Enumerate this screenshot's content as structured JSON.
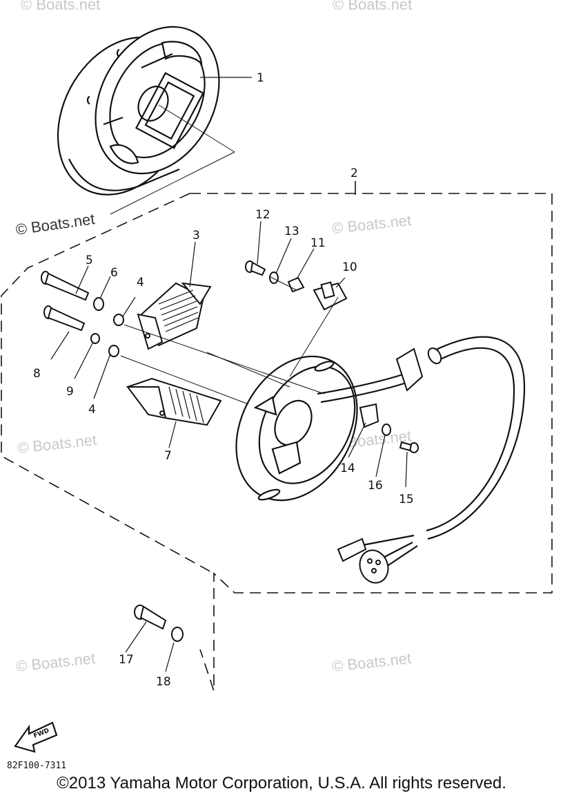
{
  "watermarks": {
    "top_left": "© Boats.net",
    "top_right": "© Boats.net",
    "mid_left": "© Boats.net",
    "mid_right": "© Boats.net",
    "lower_left": "© Boats.net",
    "lower_right": "© Boats.net",
    "bottom_left": "© Boats.net",
    "bottom_right": "© Boats.net"
  },
  "callouts": [
    "1",
    "2",
    "3",
    "4",
    "4",
    "5",
    "6",
    "7",
    "8",
    "9",
    "10",
    "11",
    "12",
    "13",
    "14",
    "15",
    "16",
    "17",
    "18"
  ],
  "fwd_label": "FWD",
  "drawing_code": "82F100-7311",
  "copyright": "©2013 Yamaha Motor Corporation, U.S.A. All rights reserved."
}
